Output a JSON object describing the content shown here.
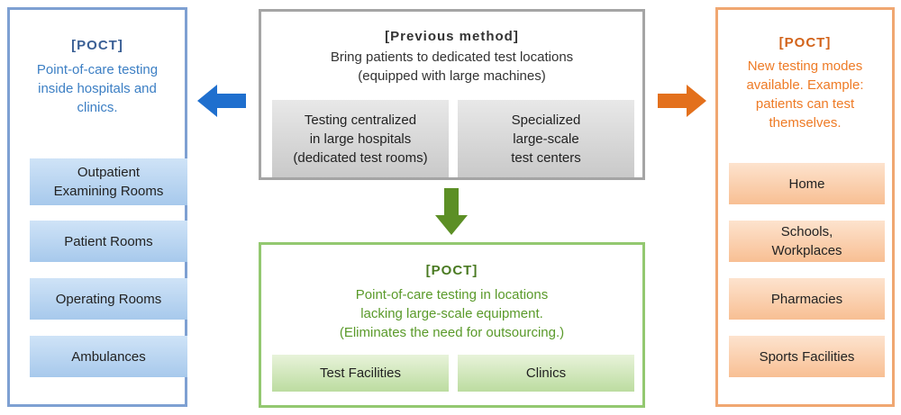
{
  "left": {
    "heading": "[POCT]",
    "desc": [
      "Point-of-care testing",
      "inside hospitals and",
      "clinics."
    ],
    "items": [
      "Outpatient\nExamining Rooms",
      "Patient Rooms",
      "Operating Rooms",
      "Ambulances"
    ]
  },
  "previous": {
    "heading": "[Previous method]",
    "desc": [
      "Bring patients to dedicated test locations",
      "(equipped with large machines)"
    ],
    "boxes": [
      "Testing centralized\nin large hospitals\n(dedicated test rooms)",
      "Specialized\nlarge-scale\ntest centers"
    ]
  },
  "center": {
    "heading": "[POCT]",
    "desc": [
      "Point-of-care testing in locations",
      "lacking large-scale equipment.",
      "(Eliminates the need for outsourcing.)"
    ],
    "boxes": [
      "Test Facilities",
      "Clinics"
    ]
  },
  "right": {
    "heading": "[POCT]",
    "desc": [
      "New testing modes",
      "available. Example:",
      "patients can test",
      "themselves."
    ],
    "items": [
      "Home",
      "Schools,\nWorkplaces",
      "Pharmacies",
      "Sports Facilities"
    ]
  },
  "colors": {
    "blue_arrow": "#1f6fce",
    "orange_arrow": "#e3701c",
    "green_arrow": "#5c8f25"
  }
}
